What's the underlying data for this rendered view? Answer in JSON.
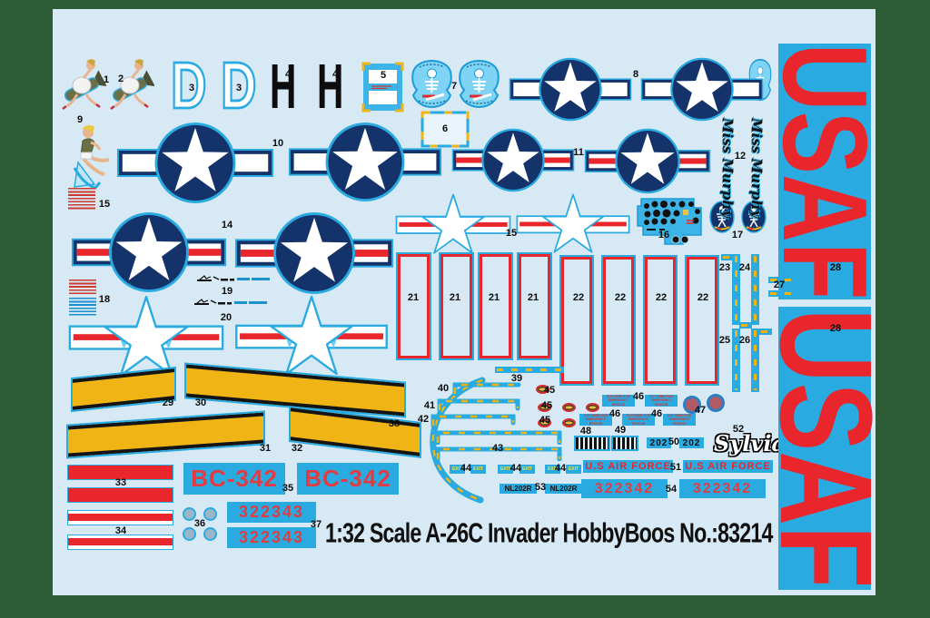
{
  "sheet": {
    "caption": "1:32 Scale A-26C Invader  HobbyBoos No.:83214"
  },
  "texts": {
    "squadron_letter_d": "D",
    "squadron_letter_h": "H",
    "nose_art_name": "Miss Murphy",
    "nose_art_name_2": "Sylvia",
    "radio_call": "BC-342",
    "serial_343": "322343",
    "serial_342": "322342",
    "usaf": "USAF",
    "air_force": "U.S AIR FORCE",
    "tail_number": "202",
    "registration": "NL202R",
    "exit_label": "EXIT",
    "rescue_placard": "CUT HERE FOR EMERGENCY RESCUE"
  },
  "part_label_values": [
    "1",
    "2",
    "3",
    "3",
    "4",
    "4",
    "5",
    "6",
    "7",
    "8",
    "9",
    "10",
    "11",
    "12",
    "15",
    "14",
    "15",
    "16",
    "17",
    "18",
    "19",
    "20",
    "21",
    "21",
    "21",
    "21",
    "22",
    "22",
    "22",
    "22",
    "23",
    "24",
    "25",
    "26",
    "27",
    "28",
    "28",
    "29",
    "30",
    "31",
    "32",
    "33",
    "34",
    "35",
    "36",
    "37",
    "38",
    "39",
    "40",
    "41",
    "42",
    "43",
    "44",
    "44",
    "44",
    "45",
    "45",
    "45",
    "46",
    "46",
    "46",
    "47",
    "48",
    "49",
    "50",
    "51",
    "52",
    "53",
    "54"
  ],
  "colors": {
    "frame_green": "#2e5c36",
    "sheet_blue": "#d7e9f5",
    "decal_cyan": "#29abe2",
    "insignia_navy": "#15336b",
    "insignia_red": "#e8262c",
    "stencil_red": "#e23c42",
    "walkway_yellow": "#f0b414",
    "ink_black": "#111111"
  }
}
